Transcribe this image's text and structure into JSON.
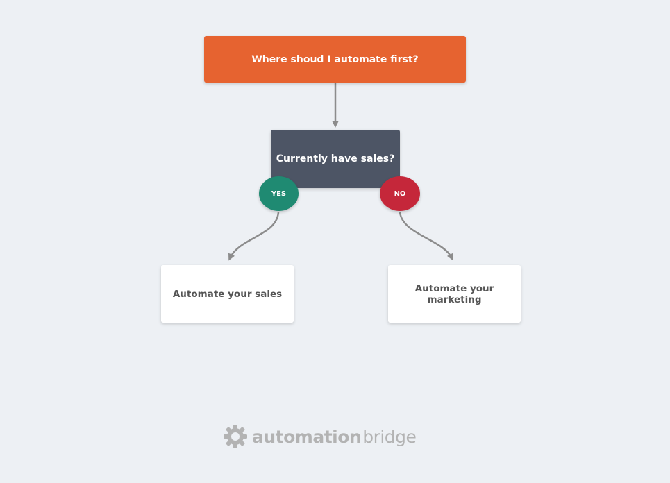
{
  "colors": {
    "background": "#edf0f4",
    "start": "#e66330",
    "decision": "#4d5565",
    "yes": "#1f8a72",
    "no": "#c5273a",
    "connector": "#8c8c8c",
    "outcome_text": "#555555",
    "logo": "#b3b3b3"
  },
  "flowchart": {
    "start_label": "Where shoud I automate first?",
    "decision_label": "Currently have sales?",
    "yes_label": "YES",
    "no_label": "NO",
    "yes_outcome": "Automate your sales",
    "no_outcome": "Automate your marketing"
  },
  "logo": {
    "icon": "gear-icon",
    "word_1": "automation",
    "word_2": "bridge"
  }
}
